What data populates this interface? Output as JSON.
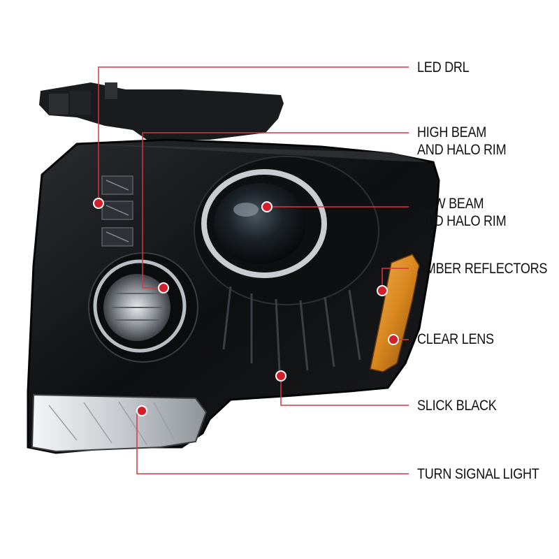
{
  "colors": {
    "leader_line": "#d9363e",
    "marker_dot": "#d41f2b",
    "background": "#ffffff",
    "housing": "#141416",
    "amber": "#d8871e",
    "chrome": "#c9ccd0"
  },
  "callouts": {
    "led_drl": {
      "lines": [
        "LED DRL"
      ]
    },
    "high_beam": {
      "lines": [
        "HIGH BEAM",
        "AND HALO RIM"
      ]
    },
    "low_beam": {
      "lines": [
        "LOW BEAM",
        "AND HALO RIM"
      ]
    },
    "amber_reflectors": {
      "lines": [
        "AMBER REFLECTORS"
      ]
    },
    "clear_lens": {
      "lines": [
        "CLEAR LENS"
      ]
    },
    "slick_black": {
      "lines": [
        "SLICK BLACK"
      ]
    },
    "turn_signal": {
      "lines": [
        "TURN SIGNAL LIGHT"
      ]
    }
  },
  "product_image": {
    "subject": "headlight-assembly",
    "finish": "black housing"
  }
}
